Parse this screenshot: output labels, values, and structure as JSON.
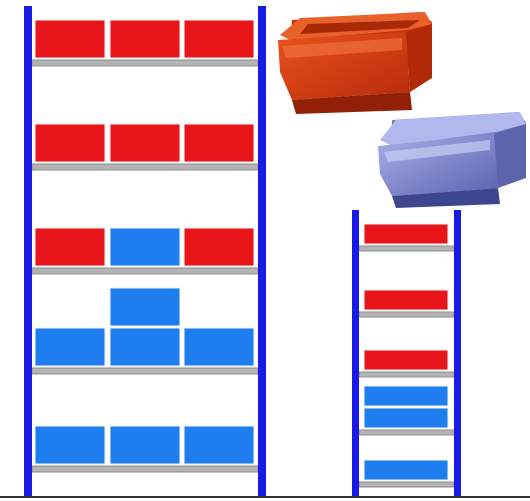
{
  "colors": {
    "background": "#ffffff",
    "upright": "#1a1ae6",
    "shelf": "#b4b4b4",
    "shelf_edge": "#8e8e8e",
    "bin_red": "#e8151b",
    "bin_blue": "#1e7ef0",
    "bin_edge": "#f4f4f4",
    "floor": "#333333",
    "photo_bin_red": "#d83a12",
    "photo_bin_red_dark": "#a82808",
    "photo_bin_blue": "#8a93d6",
    "photo_bin_blue_dark": "#4a52a0"
  },
  "large_rack": {
    "shelf_count": 5,
    "shelves": [
      {
        "bins": [
          "red",
          "red",
          "red"
        ]
      },
      {
        "bins": [
          "red",
          "red",
          "red"
        ]
      },
      {
        "bins": [
          "red",
          "blue",
          "red"
        ]
      },
      {
        "bins": [
          "blue",
          "blue",
          "blue"
        ],
        "stacked_bins": [
          "blue"
        ]
      },
      {
        "bins": [
          "blue",
          "blue",
          "blue"
        ]
      }
    ]
  },
  "small_rack": {
    "shelf_count": 5,
    "shelves": [
      {
        "bins": [
          "red"
        ]
      },
      {
        "bins": [
          "red"
        ]
      },
      {
        "bins": [
          "red"
        ]
      },
      {
        "bins": [
          "blue",
          "blue"
        ]
      },
      {
        "bins": [
          "blue"
        ]
      }
    ]
  },
  "photo_bins": [
    {
      "name": "red-storage-bin-photo",
      "color": "red"
    },
    {
      "name": "blue-storage-bin-photo",
      "color": "blue"
    }
  ]
}
